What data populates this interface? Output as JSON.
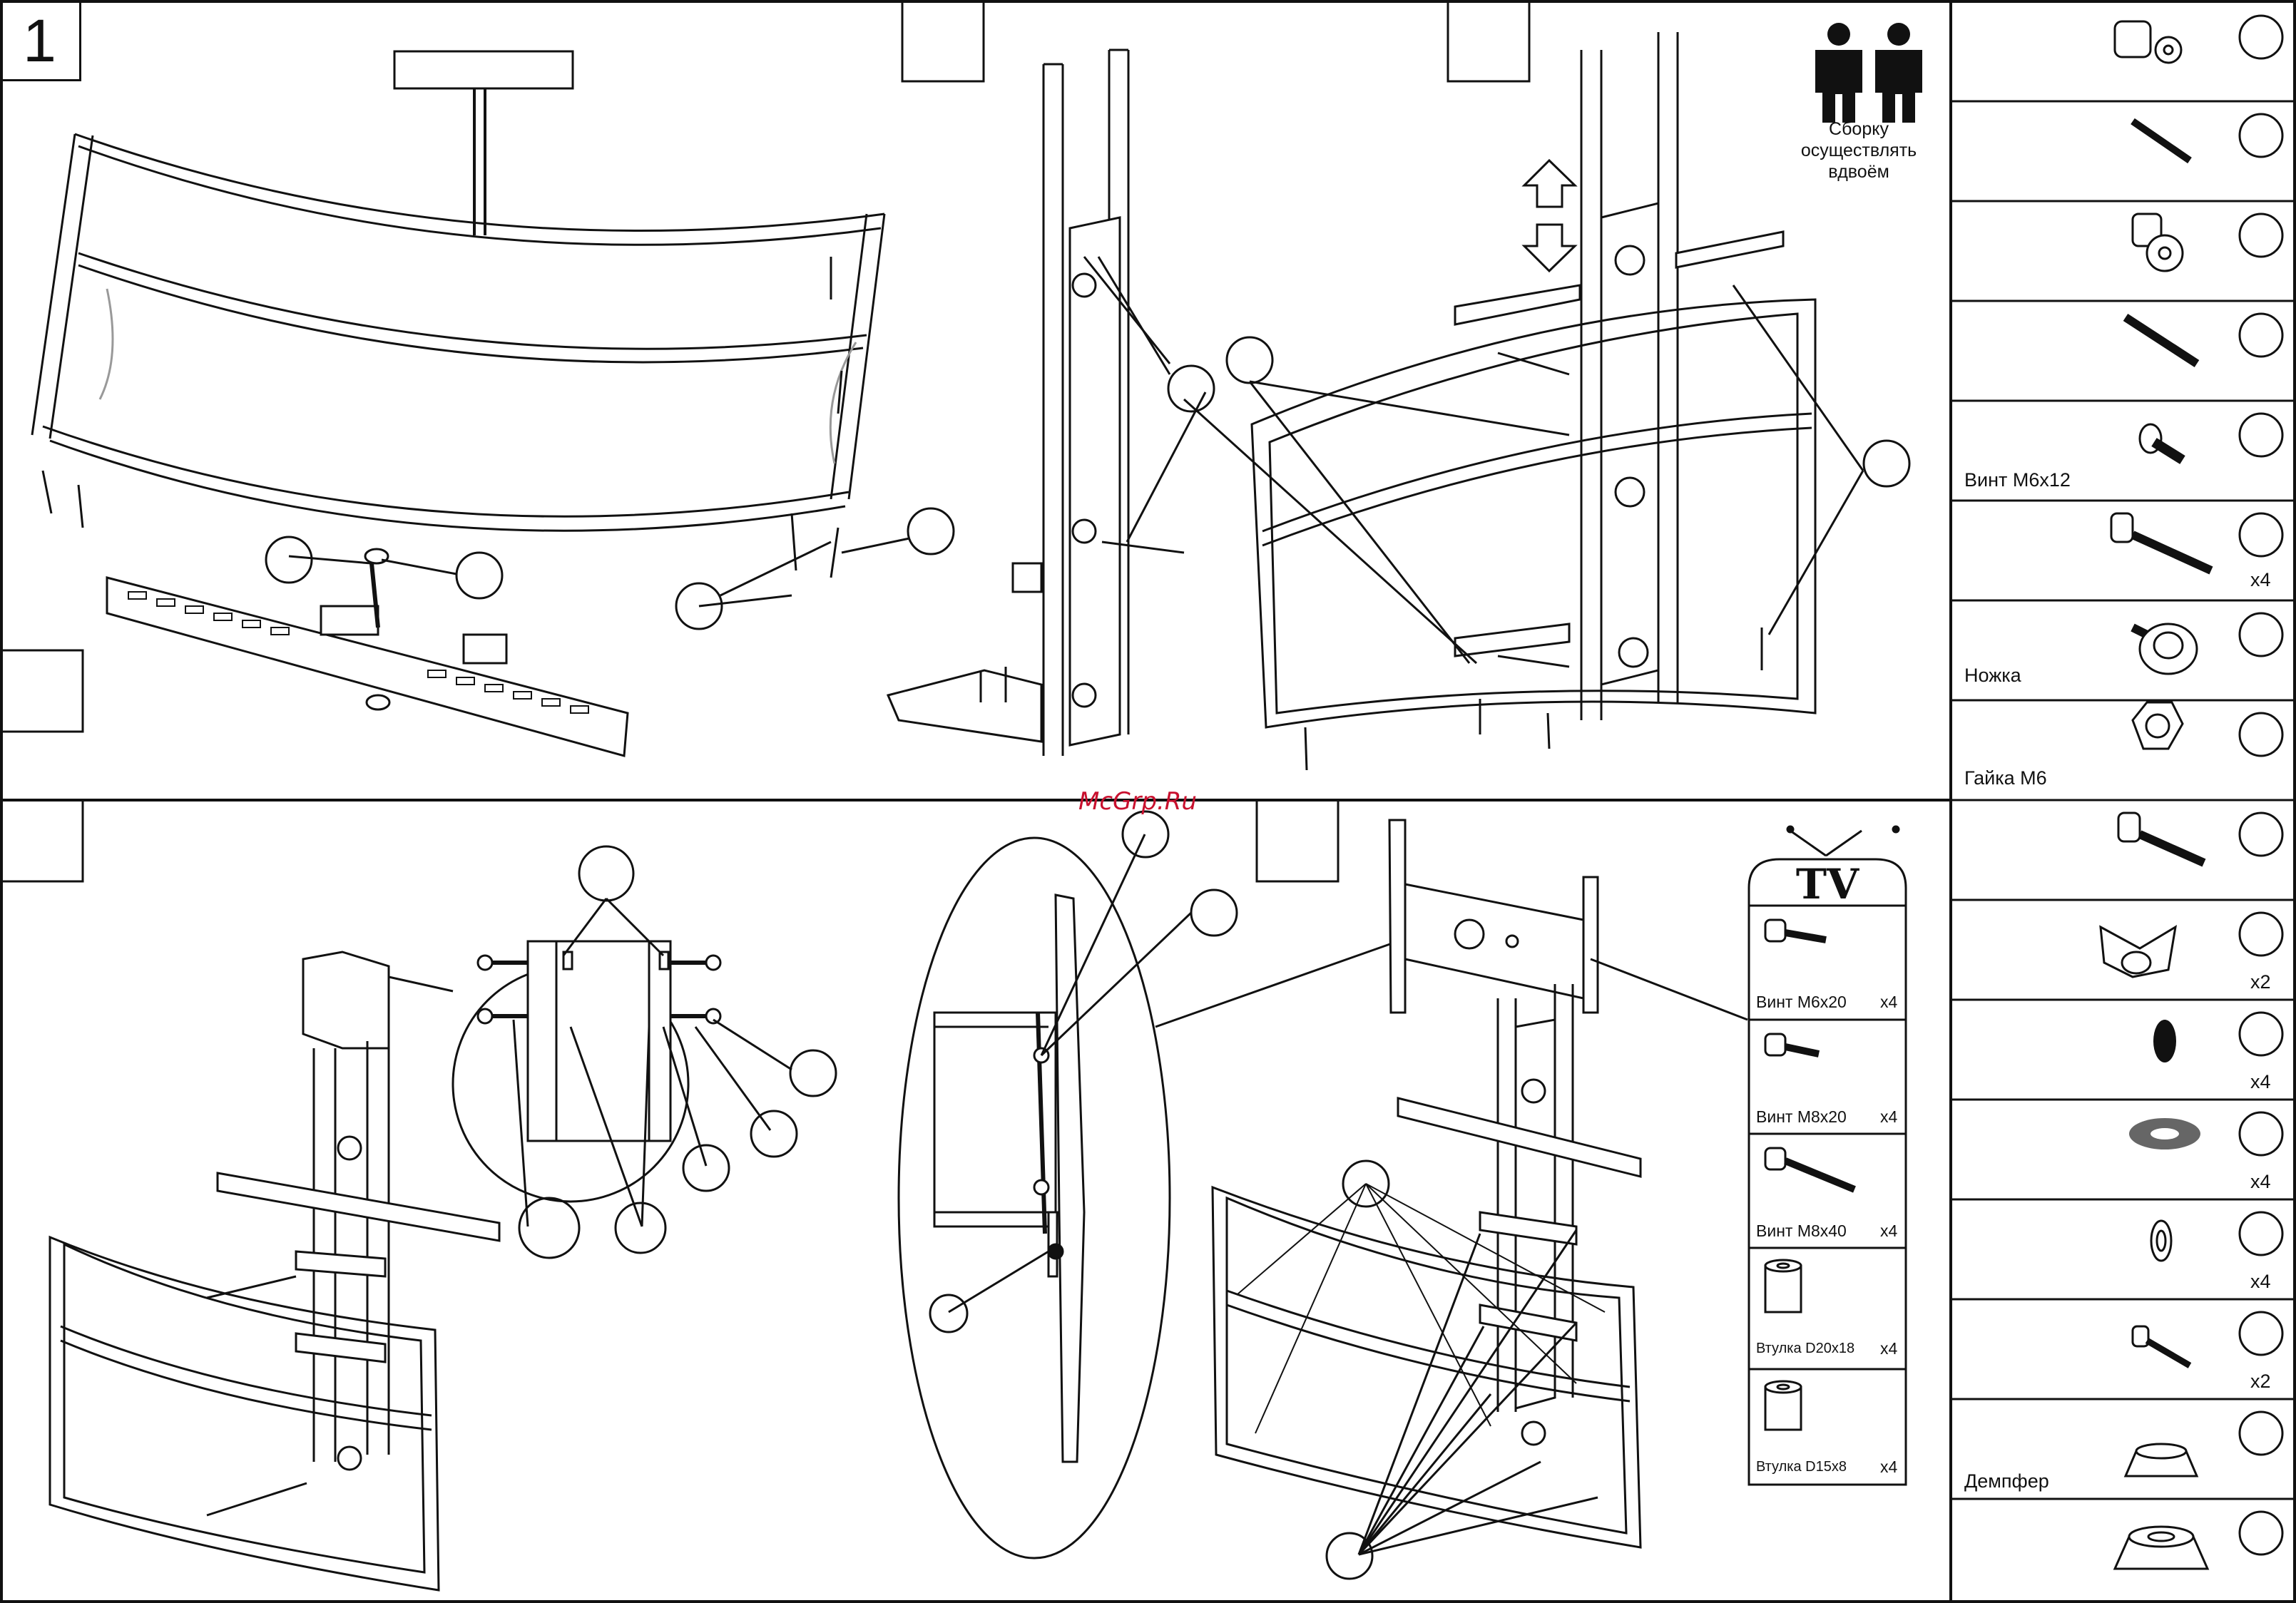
{
  "watermark": "McGrp.Ru",
  "step_number": "1",
  "assembly_note": {
    "line1": "Сборку",
    "line2": "осуществлять",
    "line3": "вдвоём"
  },
  "parts_list": [
    {
      "label": "",
      "qty": "",
      "icon": "cap-nut-icon"
    },
    {
      "label": "",
      "qty": "",
      "icon": "rod-icon"
    },
    {
      "label": "",
      "qty": "",
      "icon": "cap-nut-icon"
    },
    {
      "label": "",
      "qty": "",
      "icon": "long-rod-icon"
    },
    {
      "label": "Винт М6х12",
      "qty": "",
      "icon": "pan-screw-icon"
    },
    {
      "label": "",
      "qty": "x4",
      "icon": "long-bolt-icon"
    },
    {
      "label": "Ножка",
      "qty": "",
      "icon": "foot-icon"
    },
    {
      "label": "Гайка М6",
      "qty": "",
      "icon": "hex-nut-icon"
    },
    {
      "label": "",
      "qty": "",
      "icon": "long-bolt-icon"
    },
    {
      "label": "",
      "qty": "x2",
      "icon": "wing-nut-icon"
    },
    {
      "label": "",
      "qty": "x4",
      "icon": "black-ring-icon"
    },
    {
      "label": "",
      "qty": "x4",
      "icon": "grey-washer-icon"
    },
    {
      "label": "",
      "qty": "x4",
      "icon": "spring-washer-icon"
    },
    {
      "label": "",
      "qty": "x2",
      "icon": "small-bolt-icon"
    },
    {
      "label": "Демпфер",
      "qty": "",
      "icon": "damper-icon"
    },
    {
      "label": "",
      "qty": "",
      "icon": "large-damper-icon"
    }
  ],
  "tv_kit": {
    "title": "TV",
    "items": [
      {
        "label": "Винт М6х20",
        "qty": "x4"
      },
      {
        "label": "Винт М8х20",
        "qty": "x4"
      },
      {
        "label": "Винт М8х40",
        "qty": "x4"
      },
      {
        "label": "Втулка D20x18",
        "qty": "x4"
      },
      {
        "label": "Втулка D15x8",
        "qty": "x4"
      }
    ]
  }
}
